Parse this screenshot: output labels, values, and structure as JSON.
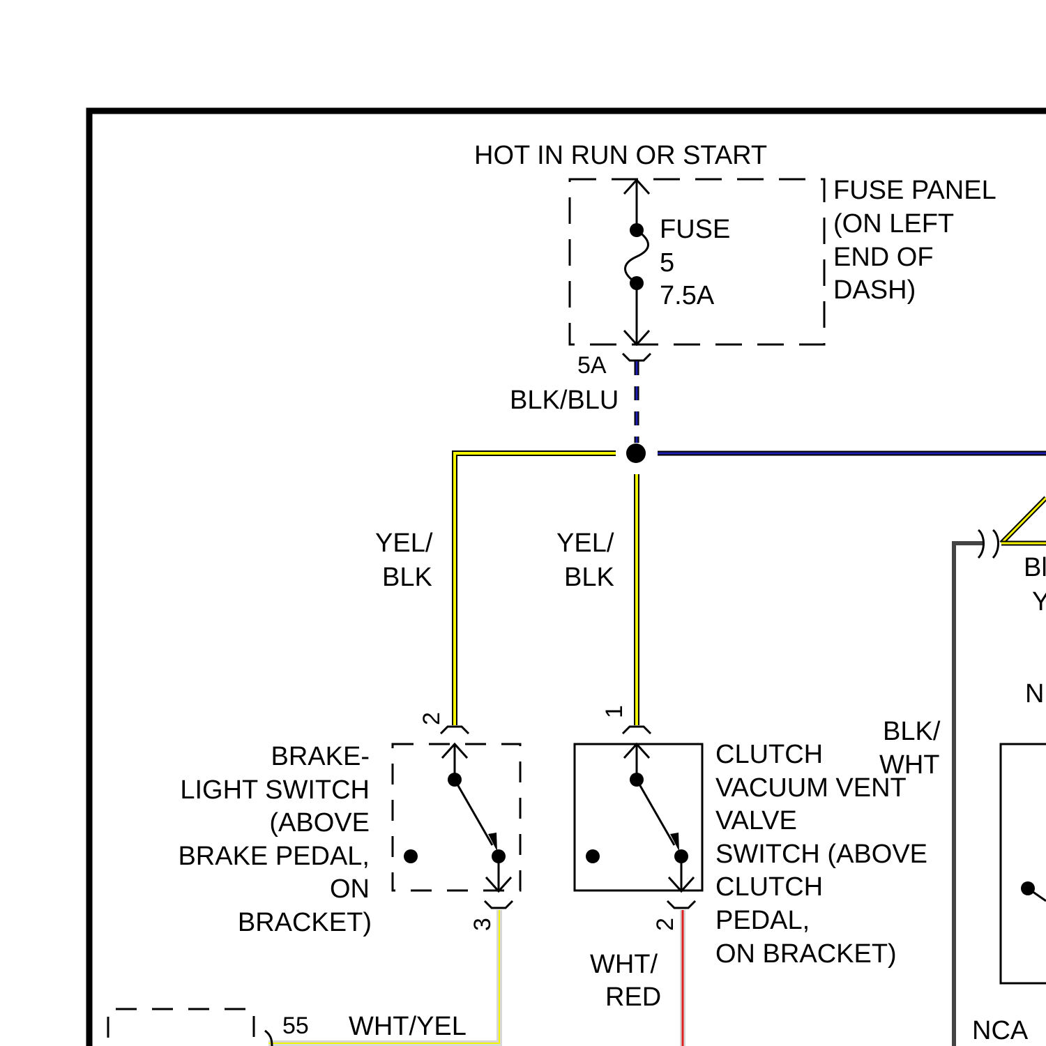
{
  "diagram": {
    "power_label": "HOT IN RUN OR START",
    "fuse_panel": {
      "lines": [
        "FUSE PANEL",
        "(ON LEFT",
        "END OF",
        "DASH)"
      ]
    },
    "fuse": {
      "lines": [
        "FUSE",
        "5",
        "7.5A"
      ]
    },
    "fuse_output": {
      "pin": "5A",
      "wire": "BLK/BLU"
    },
    "wires": {
      "left_branch": [
        "YEL/",
        "BLK"
      ],
      "center_branch": [
        "YEL/",
        "BLK"
      ],
      "right_vertical": [
        "BLK/",
        "WHT"
      ],
      "clutch_output": [
        "WHT/",
        "RED"
      ],
      "brake_output": "WHT/YEL"
    },
    "brake_switch": {
      "lines": [
        "BRAKE-",
        "LIGHT SWITCH",
        "(ABOVE",
        "BRAKE PEDAL,",
        "ON",
        "BRACKET)"
      ],
      "pin_in": "2",
      "pin_out": "3"
    },
    "clutch_switch": {
      "lines": [
        "CLUTCH",
        "VACUUM VENT",
        "VALVE",
        "SWITCH (ABOVE",
        "CLUTCH",
        "PEDAL,",
        "ON BRACKET)"
      ],
      "pin_in": "1",
      "pin_out": "2"
    },
    "lower_left": {
      "pin": "55"
    },
    "right_edge": {
      "partial_labels": [
        "Bl",
        "Y",
        "N",
        "NCA"
      ]
    },
    "colors": {
      "yellow": "#f4f400",
      "blue": "#1f1fb0",
      "red": "#e02020",
      "gray": "#d7d7d7",
      "dark_gray": "#444444",
      "black": "#000000"
    }
  }
}
